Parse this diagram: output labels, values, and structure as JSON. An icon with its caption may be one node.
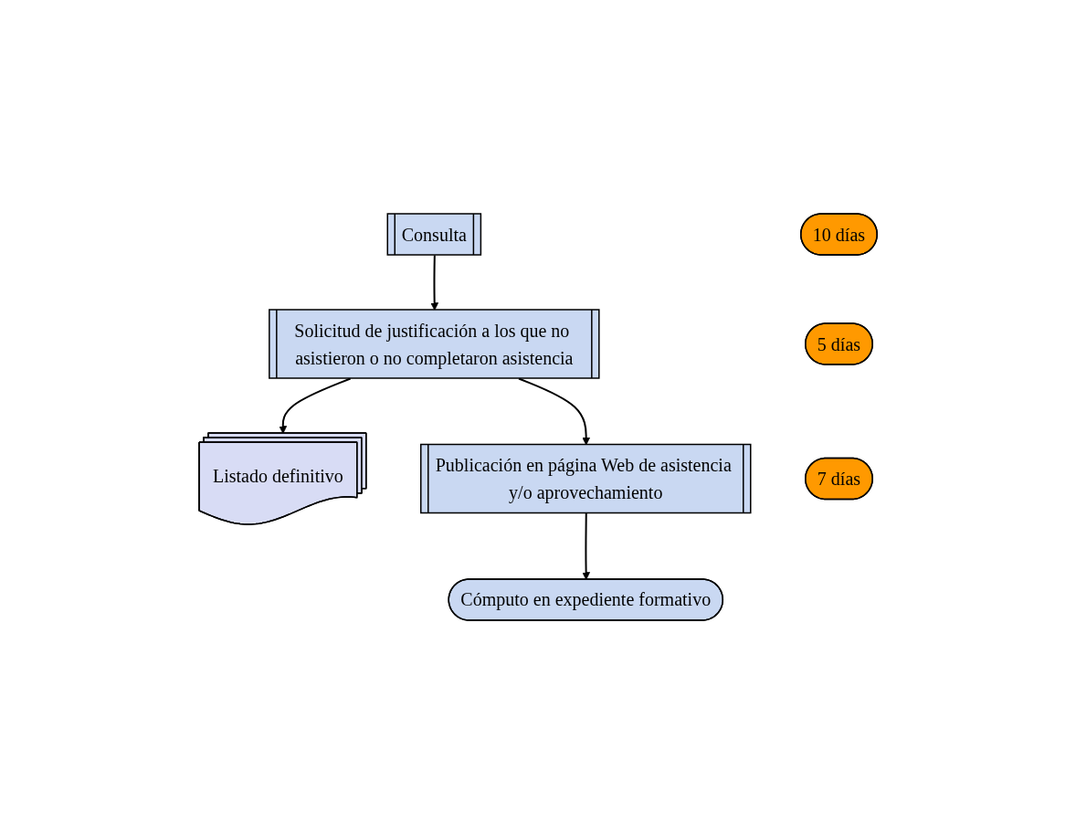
{
  "diagram": {
    "nodes": [
      {
        "text": [
          "Consulta"
        ]
      },
      {
        "text": [
          "10 días"
        ]
      },
      {
        "text": [
          "Solicitud de justificación a los que no asistieron o no completaron asistencia"
        ]
      },
      {
        "text": [
          "Listado definitivo"
        ]
      },
      {
        "text": [
          "5 días"
        ]
      },
      {
        "text": [
          "Publicación en página Web de asistencia y/o aprovechamiento"
        ]
      },
      {
        "text": [
          "7 días"
        ]
      },
      {
        "text": [
          "Cómputo en expediente formativo"
        ]
      }
    ],
    "edges": [
      {
        "from": 0,
        "to": 2,
        "arrow": "to"
      },
      {
        "from": 2,
        "to": 3,
        "arrow": "to"
      },
      {
        "from": 2,
        "to": 5,
        "arrow": "to"
      },
      {
        "from": 5,
        "to": 7,
        "arrow": "to"
      }
    ]
  }
}
